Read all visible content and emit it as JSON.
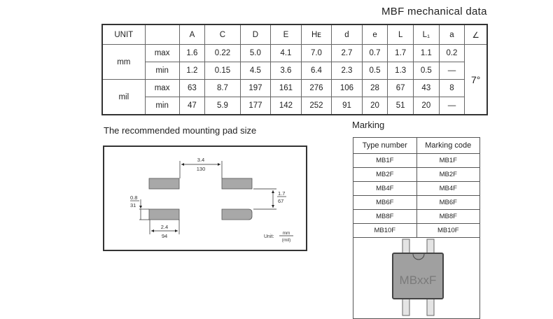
{
  "title": "MBF mechanical data",
  "mech": {
    "headers": [
      "UNIT",
      "",
      "A",
      "C",
      "D",
      "E",
      "Hᴇ",
      "d",
      "e",
      "L",
      "L₁",
      "a",
      "∠"
    ],
    "units": [
      "mm",
      "mil"
    ],
    "rows": [
      {
        "label": "max",
        "values": [
          "1.6",
          "0.22",
          "5.0",
          "4.1",
          "7.0",
          "2.7",
          "0.7",
          "1.7",
          "1.1",
          "0.2"
        ]
      },
      {
        "label": "min",
        "values": [
          "1.2",
          "0.15",
          "4.5",
          "3.6",
          "6.4",
          "2.3",
          "0.5",
          "1.3",
          "0.5",
          "—"
        ]
      },
      {
        "label": "max",
        "values": [
          "63",
          "8.7",
          "197",
          "161",
          "276",
          "106",
          "28",
          "67",
          "43",
          "8"
        ]
      },
      {
        "label": "min",
        "values": [
          "47",
          "5.9",
          "177",
          "142",
          "252",
          "91",
          "20",
          "51",
          "20",
          "—"
        ]
      }
    ],
    "angle": "7°"
  },
  "pad": {
    "title": "The recommended mounting pad size",
    "d1": "3.4",
    "d1b": "130",
    "d2": "0.8",
    "d2b": "31",
    "d3": "2.4",
    "d3b": "94",
    "d4": "1.7",
    "d4b": "67",
    "unit": "Unit:",
    "unit_top": "mm",
    "unit_bot": "(mil)"
  },
  "marking": {
    "title": "Marking",
    "headers": [
      "Type number",
      "Marking code"
    ],
    "rows": [
      [
        "MB1F",
        "MB1F"
      ],
      [
        "MB2F",
        "MB2F"
      ],
      [
        "MB4F",
        "MB4F"
      ],
      [
        "MB6F",
        "MB6F"
      ],
      [
        "MB8F",
        "MB8F"
      ],
      [
        "MB10F",
        "MB10F"
      ]
    ],
    "chip_label": "MBxxF"
  }
}
